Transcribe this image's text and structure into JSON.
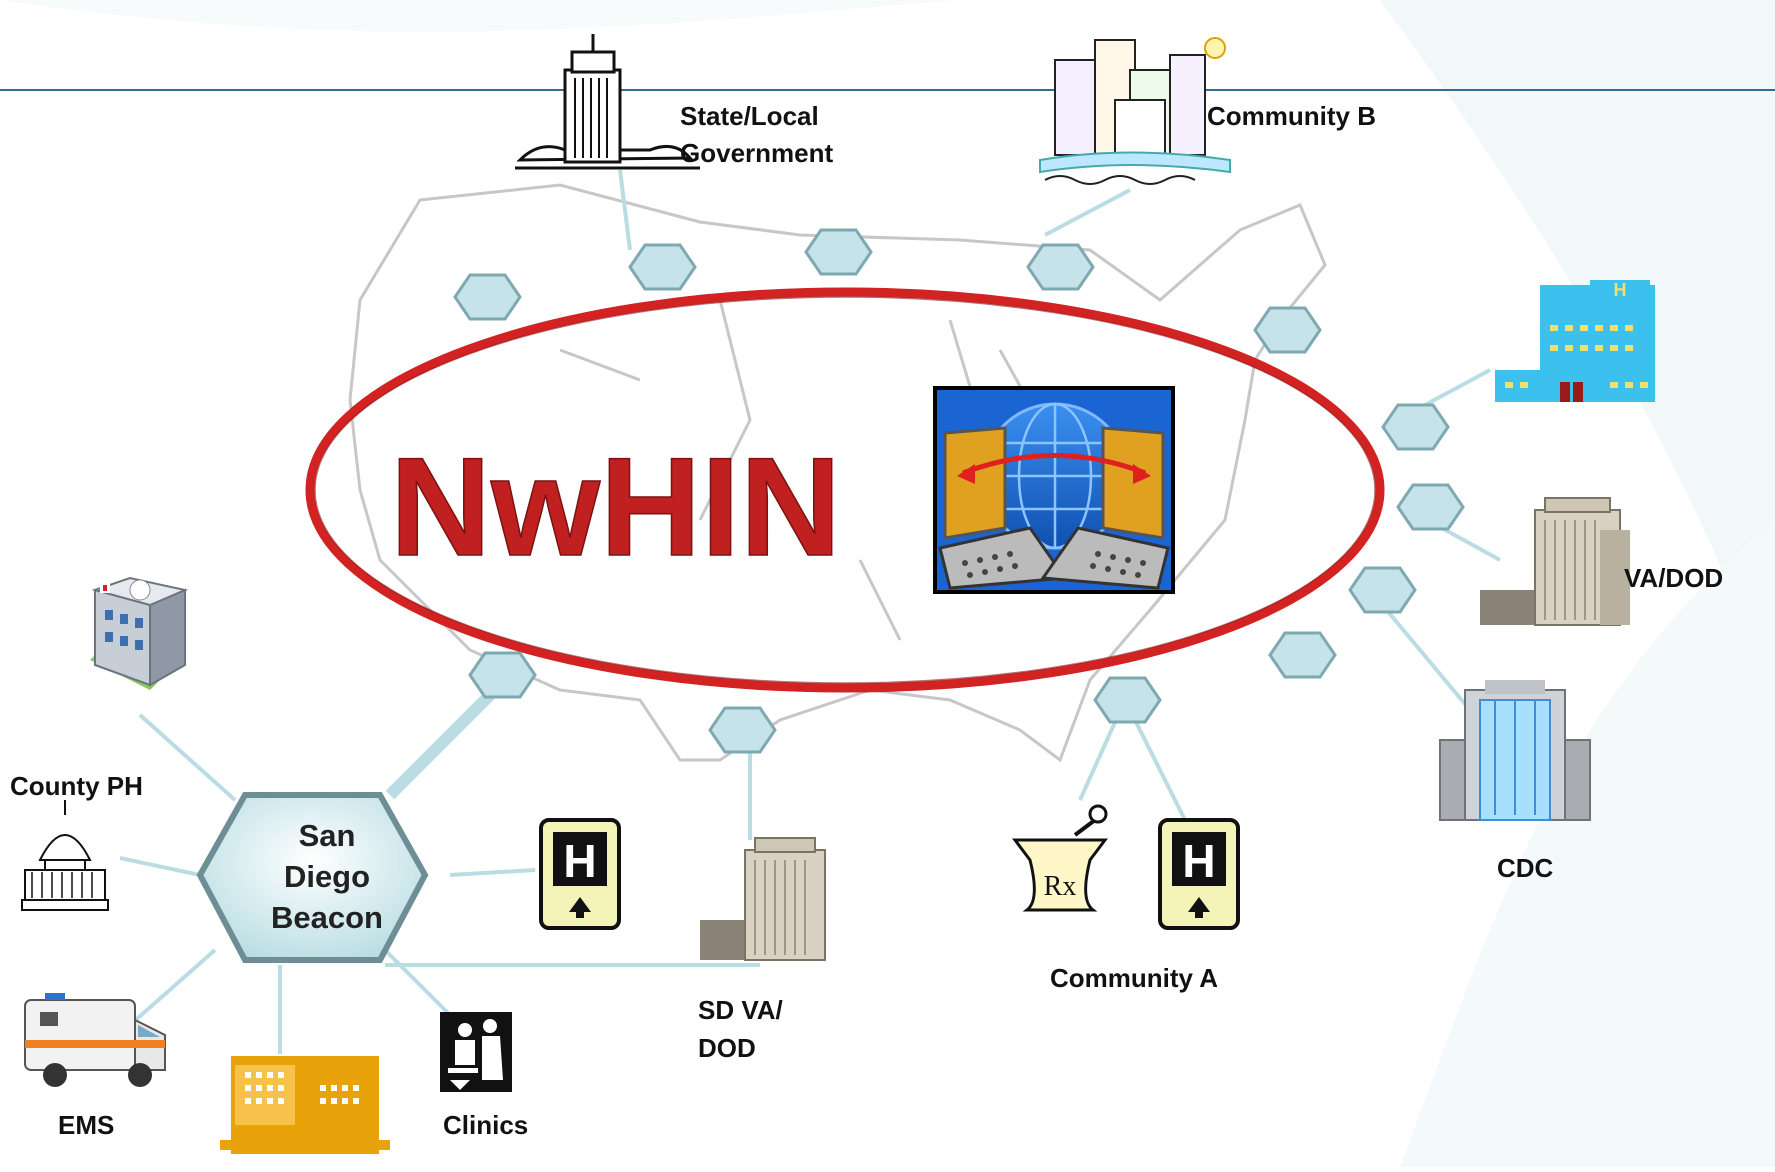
{
  "diagram": {
    "hub_title": "NwHIN",
    "beacon_label": [
      "San",
      "Diego",
      "Beacon"
    ],
    "labels": {
      "state_gov": [
        "State/Local",
        "Government"
      ],
      "community_b": "Community B",
      "va_dod": "VA/DOD",
      "cdc": "CDC",
      "community_a": "Community A",
      "sd_va_dod": [
        "SD VA/",
        "DOD"
      ],
      "county_ph": "County PH",
      "ems": "EMS",
      "clinics": "Clinics"
    },
    "icons": [
      "government-building-icon",
      "city-icon",
      "hospital-building-icon",
      "va-building-icon",
      "cdc-building-icon",
      "pharmacy-icon",
      "hospital-sign-icon",
      "county-hospital-icon",
      "capitol-icon",
      "ambulance-icon",
      "medical-campus-icon",
      "clinic-icon",
      "network-exchange-icon"
    ],
    "colors": {
      "hub_ring": "#d22222",
      "hub_text": "#c0201f",
      "node_fill": "#c5e3e8",
      "node_stroke": "#7fa9b1",
      "connector": "#b9dde3",
      "header_rule": "#2f6f8f"
    }
  }
}
